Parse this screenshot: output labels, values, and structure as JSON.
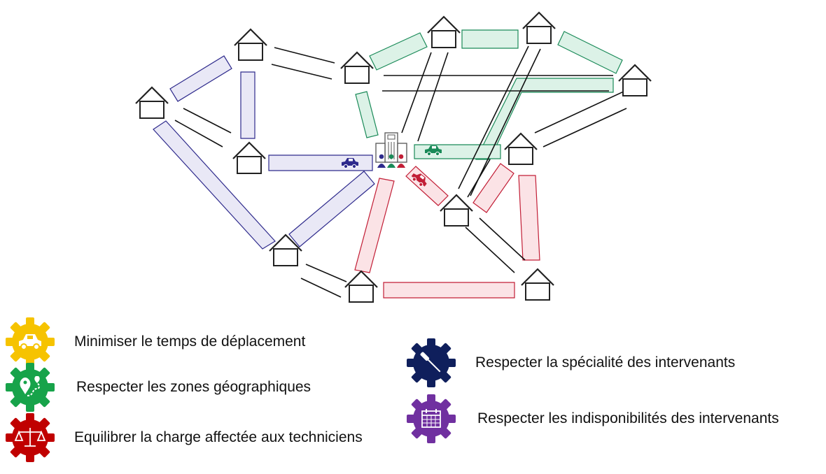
{
  "colors": {
    "blue_route": "#2e2a8c",
    "blue_fill": "#e9e8f6",
    "green_route": "#1a8a58",
    "green_fill": "#dcf2e7",
    "red_route": "#c21e36",
    "red_fill": "#fbe3e6",
    "edge": "#111111",
    "gear_yellow": "#f6c300",
    "gear_green": "#17a34a",
    "gear_red": "#c00000",
    "gear_navy": "#0f1f5c",
    "gear_purple": "#7030a0"
  },
  "diagram": {
    "depot_icon": "technicians-building-icon",
    "car_icons": [
      "blue-car-icon",
      "green-car-icon",
      "red-car-icon"
    ],
    "house_icon": "house-icon"
  },
  "legend": [
    {
      "icon": "car-gear-icon",
      "color": "#f6c300",
      "label": "Minimiser le temps de déplacement"
    },
    {
      "icon": "map-route-gear-icon",
      "color": "#17a34a",
      "label": "Respecter les zones géographiques"
    },
    {
      "icon": "balance-scale-gear-icon",
      "color": "#c00000",
      "label": "Equilibrer la charge affectée aux techniciens"
    },
    {
      "icon": "screwdriver-gear-icon",
      "color": "#0f1f5c",
      "label": "Respecter la spécialité des intervenants"
    },
    {
      "icon": "calendar-gear-icon",
      "color": "#7030a0",
      "label": "Respecter les indisponibilités des intervenants"
    }
  ]
}
